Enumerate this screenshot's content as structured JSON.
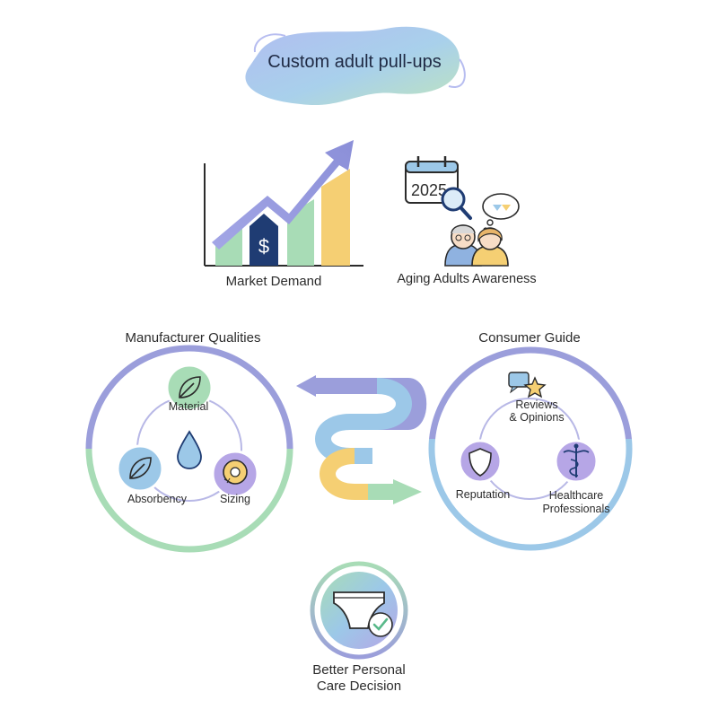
{
  "title": "Custom adult pull-ups",
  "market": {
    "label": "Market Demand",
    "icon": "rising-bar-chart-icon",
    "currency_symbol": "$"
  },
  "aging": {
    "label": "Aging Adults  Awareness",
    "icon": "calendar-couple-icon",
    "calendar_year": "2025"
  },
  "manufacturer": {
    "title": "Manufacturer Qualities",
    "nodes": [
      {
        "label": "Material",
        "icon": "leaf-icon"
      },
      {
        "label": "Absorbency",
        "icon": "leaf-icon"
      },
      {
        "label": "Sizing",
        "icon": "measuring-tape-icon"
      }
    ],
    "center_icon": "water-drop-icon"
  },
  "consumer": {
    "title": "Consumer Guide",
    "nodes": [
      {
        "label": "Reviews\n& Opinions",
        "icon": "review-star-icon"
      },
      {
        "label": "Reputation",
        "icon": "shield-icon"
      },
      {
        "label": "Healthcare\nProfessionals",
        "icon": "caduceus-icon"
      }
    ]
  },
  "final": {
    "label": "Better Personal\nCare Decision",
    "icon": "pull-up-check-icon"
  },
  "colors": {
    "purple": "#9b9edb",
    "green": "#a8dcb6",
    "blue": "#9cc8e8",
    "yellow": "#f5cf73",
    "navy": "#1f3c73",
    "accent_green": "#59b98a"
  }
}
